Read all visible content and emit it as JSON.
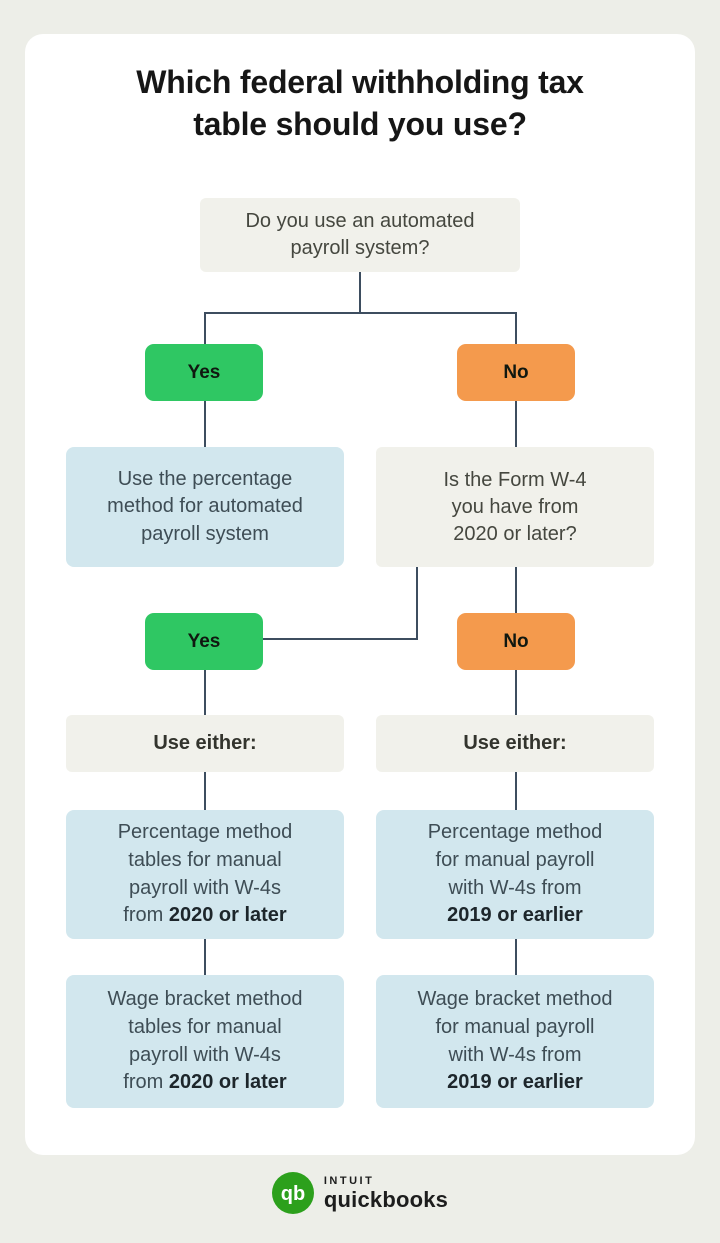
{
  "colors": {
    "page_bg": "#edeee8",
    "card_bg": "#ffffff",
    "gray_box_bg": "#f1f1eb",
    "blue_box_bg": "#d2e7ee",
    "yes_green": "#2fc763",
    "no_orange": "#f49a4d",
    "connector": "#3d4d5f",
    "logo_green": "#2ca01c"
  },
  "title": {
    "lines": [
      "Which federal withholding tax",
      "table should you use?"
    ]
  },
  "flow": {
    "question1": {
      "lines": [
        "Do you use an automated",
        "payroll system?"
      ]
    },
    "yes1_label": "Yes",
    "no1_label": "No",
    "automated_result": {
      "lines": [
        "Use the percentage",
        "method for automated",
        "payroll system"
      ]
    },
    "question2": {
      "lines": [
        "Is the Form W-4",
        "you have from",
        "2020 or later?"
      ]
    },
    "yes2_label": "Yes",
    "no2_label": "No",
    "use_either_left": "Use either:",
    "use_either_right": "Use either:",
    "percentage_left": {
      "lines": [
        "Percentage method",
        "tables for manual",
        "payroll with W-4s"
      ],
      "last_regular": "from ",
      "last_bold": "2020 or later"
    },
    "percentage_right": {
      "lines": [
        "Percentage method",
        "for manual payroll",
        "with W-4s from"
      ],
      "last_regular": "",
      "last_bold": "2019 or earlier"
    },
    "wage_left": {
      "lines": [
        "Wage bracket method",
        "tables for manual",
        "payroll with W-4s"
      ],
      "last_regular": "from ",
      "last_bold": "2020 or later"
    },
    "wage_right": {
      "lines": [
        "Wage bracket method",
        "for manual payroll",
        "with W-4s from"
      ],
      "last_regular": "",
      "last_bold": "2019 or earlier"
    }
  },
  "footer": {
    "qb_monogram": "qb",
    "intuit_label": "INTUIT",
    "quickbooks_label": "quickbooks"
  }
}
